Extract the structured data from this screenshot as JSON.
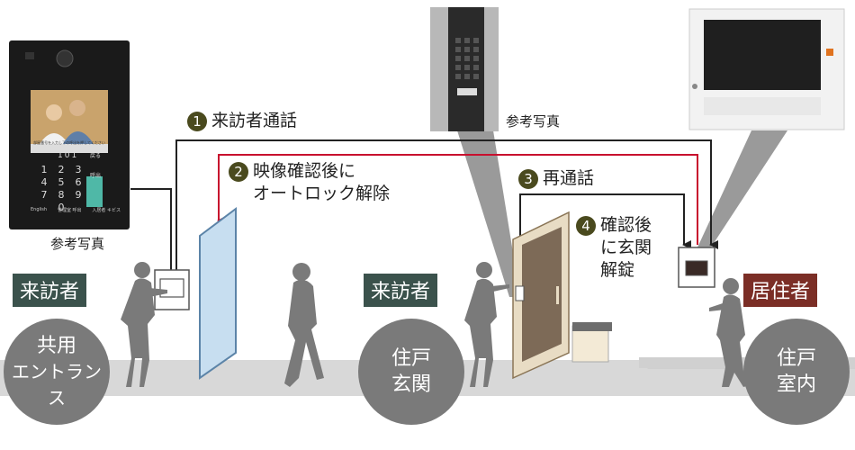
{
  "colors": {
    "flow_black": "#222222",
    "flow_red": "#c8102e",
    "badge_visitor": "#3b524c",
    "badge_resident": "#7b2e26",
    "step_circle": "#4a4a1e",
    "zone_circle": "#7a7a7a"
  },
  "steps": [
    {
      "num": "1",
      "text": "来訪者通話"
    },
    {
      "num": "2",
      "line1": "映像確認後に",
      "line2": "オートロック解除"
    },
    {
      "num": "3",
      "text": "再通話"
    },
    {
      "num": "4",
      "line1": "確認後",
      "line2": "に玄関",
      "line3": "解錠"
    }
  ],
  "photo_captions": {
    "entrance_panel": "参考写真",
    "door_station": "参考写真"
  },
  "badges": {
    "visitor_entrance": "来訪者",
    "visitor_door": "来訪者",
    "resident": "居住者"
  },
  "zones": {
    "entrance": {
      "line1": "共用",
      "line2": "エントランス"
    },
    "front_door": {
      "line1": "住戸",
      "line2": "玄関"
    },
    "interior": {
      "line1": "住戸",
      "line2": "室内"
    }
  },
  "entrance_panel": {
    "screen_text": "部屋番号を入力し下の呼出を押してください",
    "room_number": "101",
    "call_label": "呼出",
    "clear_label": "戻る",
    "keys": [
      "1",
      "2",
      "3",
      "4",
      "5",
      "6",
      "7",
      "8",
      "9",
      "0"
    ],
    "bottom_keys": [
      "English",
      "管理室 呼出",
      "入居者 キビス"
    ]
  },
  "icons": {
    "visitor_silhouette": "woman-silhouette-icon",
    "resident_silhouette": "woman-silhouette-icon",
    "autolock_door": "glass-door-icon",
    "unit_door": "front-door-icon",
    "monitor": "intercom-monitor-icon"
  }
}
